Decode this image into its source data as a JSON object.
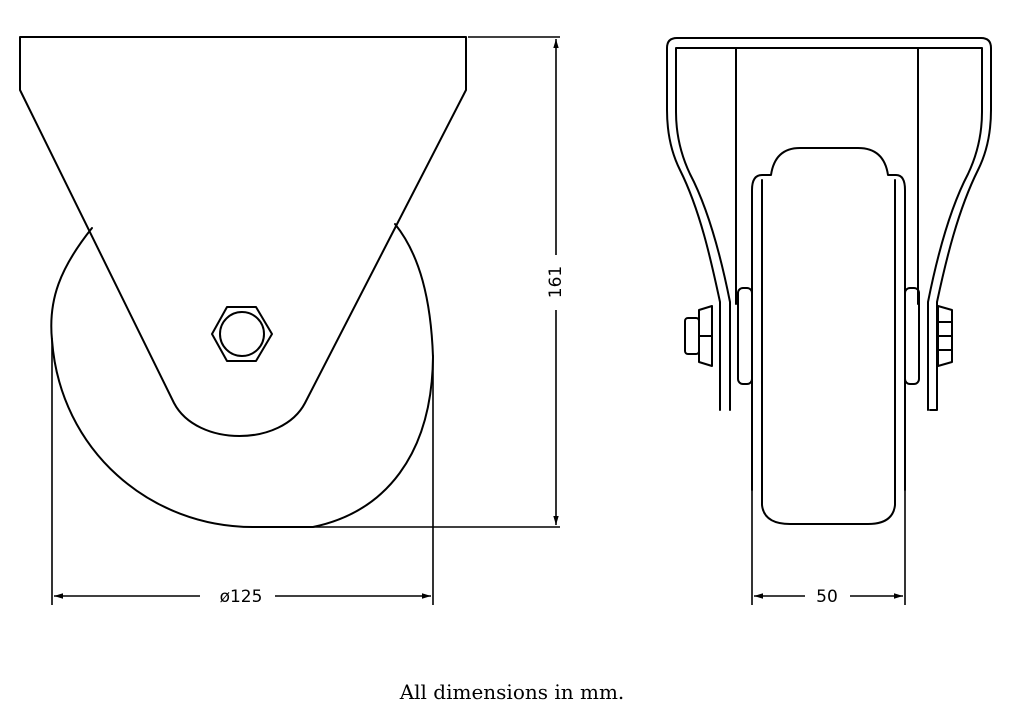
{
  "dimensions": {
    "height": "161",
    "diameter": "ø125",
    "width": "50"
  },
  "caption": "All dimensions in mm."
}
